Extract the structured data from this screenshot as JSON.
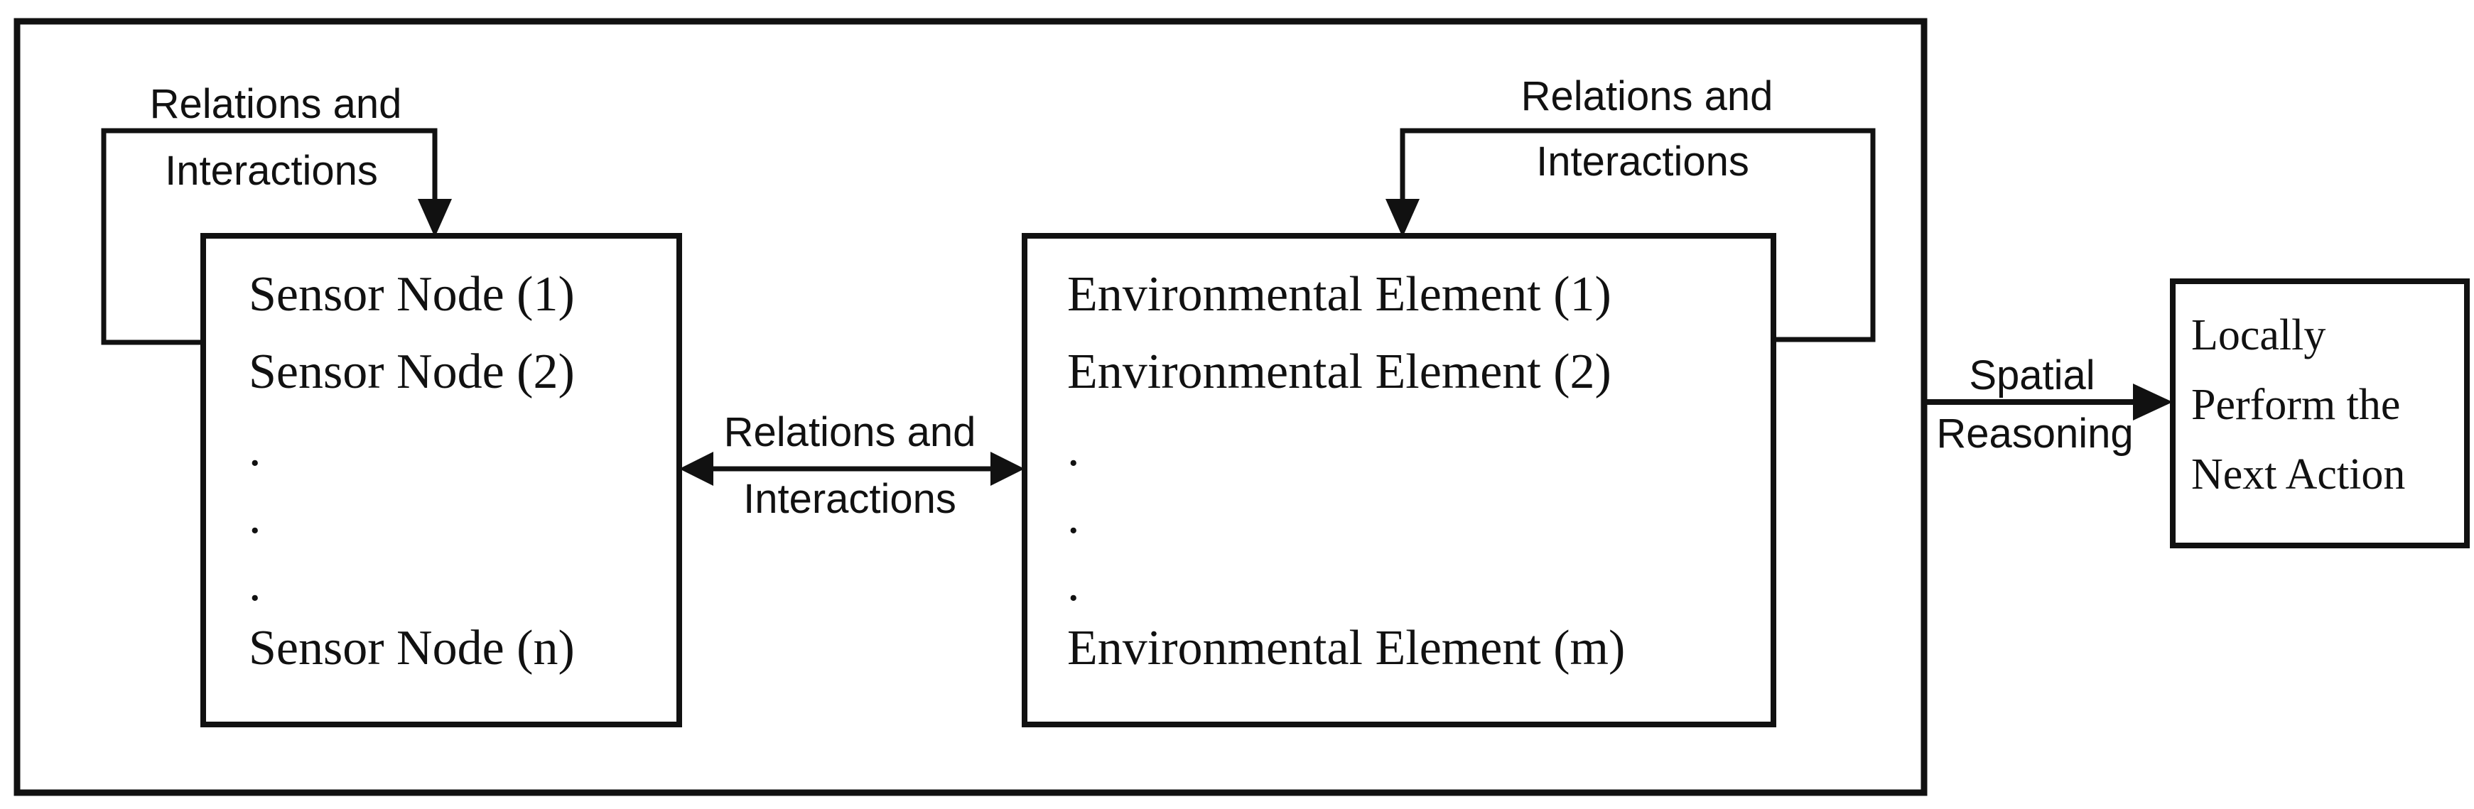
{
  "sensor_box": {
    "items": [
      "Sensor Node (1)",
      "Sensor Node (2)",
      ".",
      ".",
      ".",
      "Sensor Node (n)"
    ]
  },
  "environment_box": {
    "items": [
      "Environmental Element (1)",
      "Environmental Element (2)",
      ".",
      ".",
      ".",
      "Environmental Element (m)"
    ]
  },
  "edges": {
    "sensor_self_loop": [
      "Relations and",
      "Interactions"
    ],
    "environment_self_loop": [
      "Relations and",
      "Interactions"
    ],
    "sensor_environment": [
      "Relations and",
      "Interactions"
    ],
    "spatial_reasoning": [
      "Spatial",
      "Reasoning"
    ]
  },
  "action_box": {
    "lines": [
      "Locally",
      "Perform the",
      "Next Action"
    ]
  }
}
